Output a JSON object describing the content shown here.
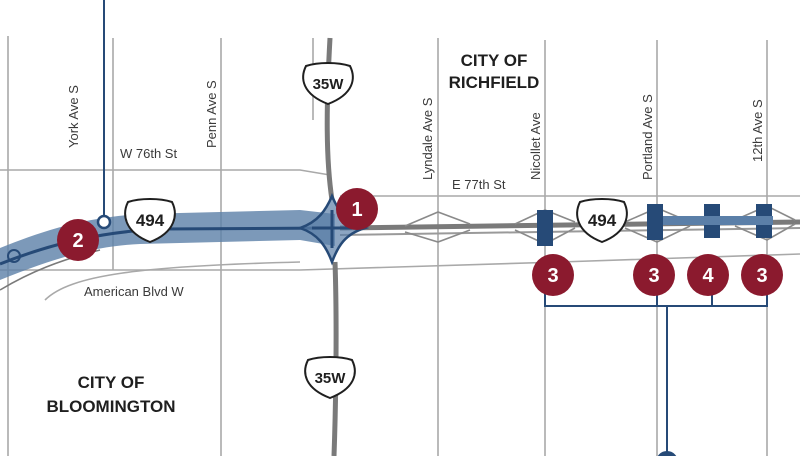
{
  "colors": {
    "highlight": "#5b7fa8",
    "highlight_dark": "#264a77",
    "marker": "#8b1a2e",
    "road": "#7a7a7a",
    "street": "#a9a9a9"
  },
  "cities": {
    "richfield_line1": "CITY OF",
    "richfield_line2": "RICHFIELD",
    "bloomington_line1": "CITY OF",
    "bloomington_line2": "BLOOMINGTON"
  },
  "streets": {
    "york": "York Ave S",
    "penn": "Penn Ave S",
    "lyndale": "Lyndale Ave S",
    "nicollet": "Nicollet Ave",
    "portland": "Portland Ave S",
    "twelfth": "12th Ave S",
    "w76th": "W 76th St",
    "e77th": "E 77th St",
    "american": "American Blvd W"
  },
  "shields": {
    "i494_west": "494",
    "i494_east": "494",
    "i35w_north": "35W",
    "i35w_south": "35W"
  },
  "markers": {
    "m1": "1",
    "m2": "2",
    "m3a": "3",
    "m3b": "3",
    "m4": "4",
    "m3c": "3"
  },
  "icons": {
    "interchange": "interchange-node-icon",
    "shield": "interstate-shield-icon"
  }
}
